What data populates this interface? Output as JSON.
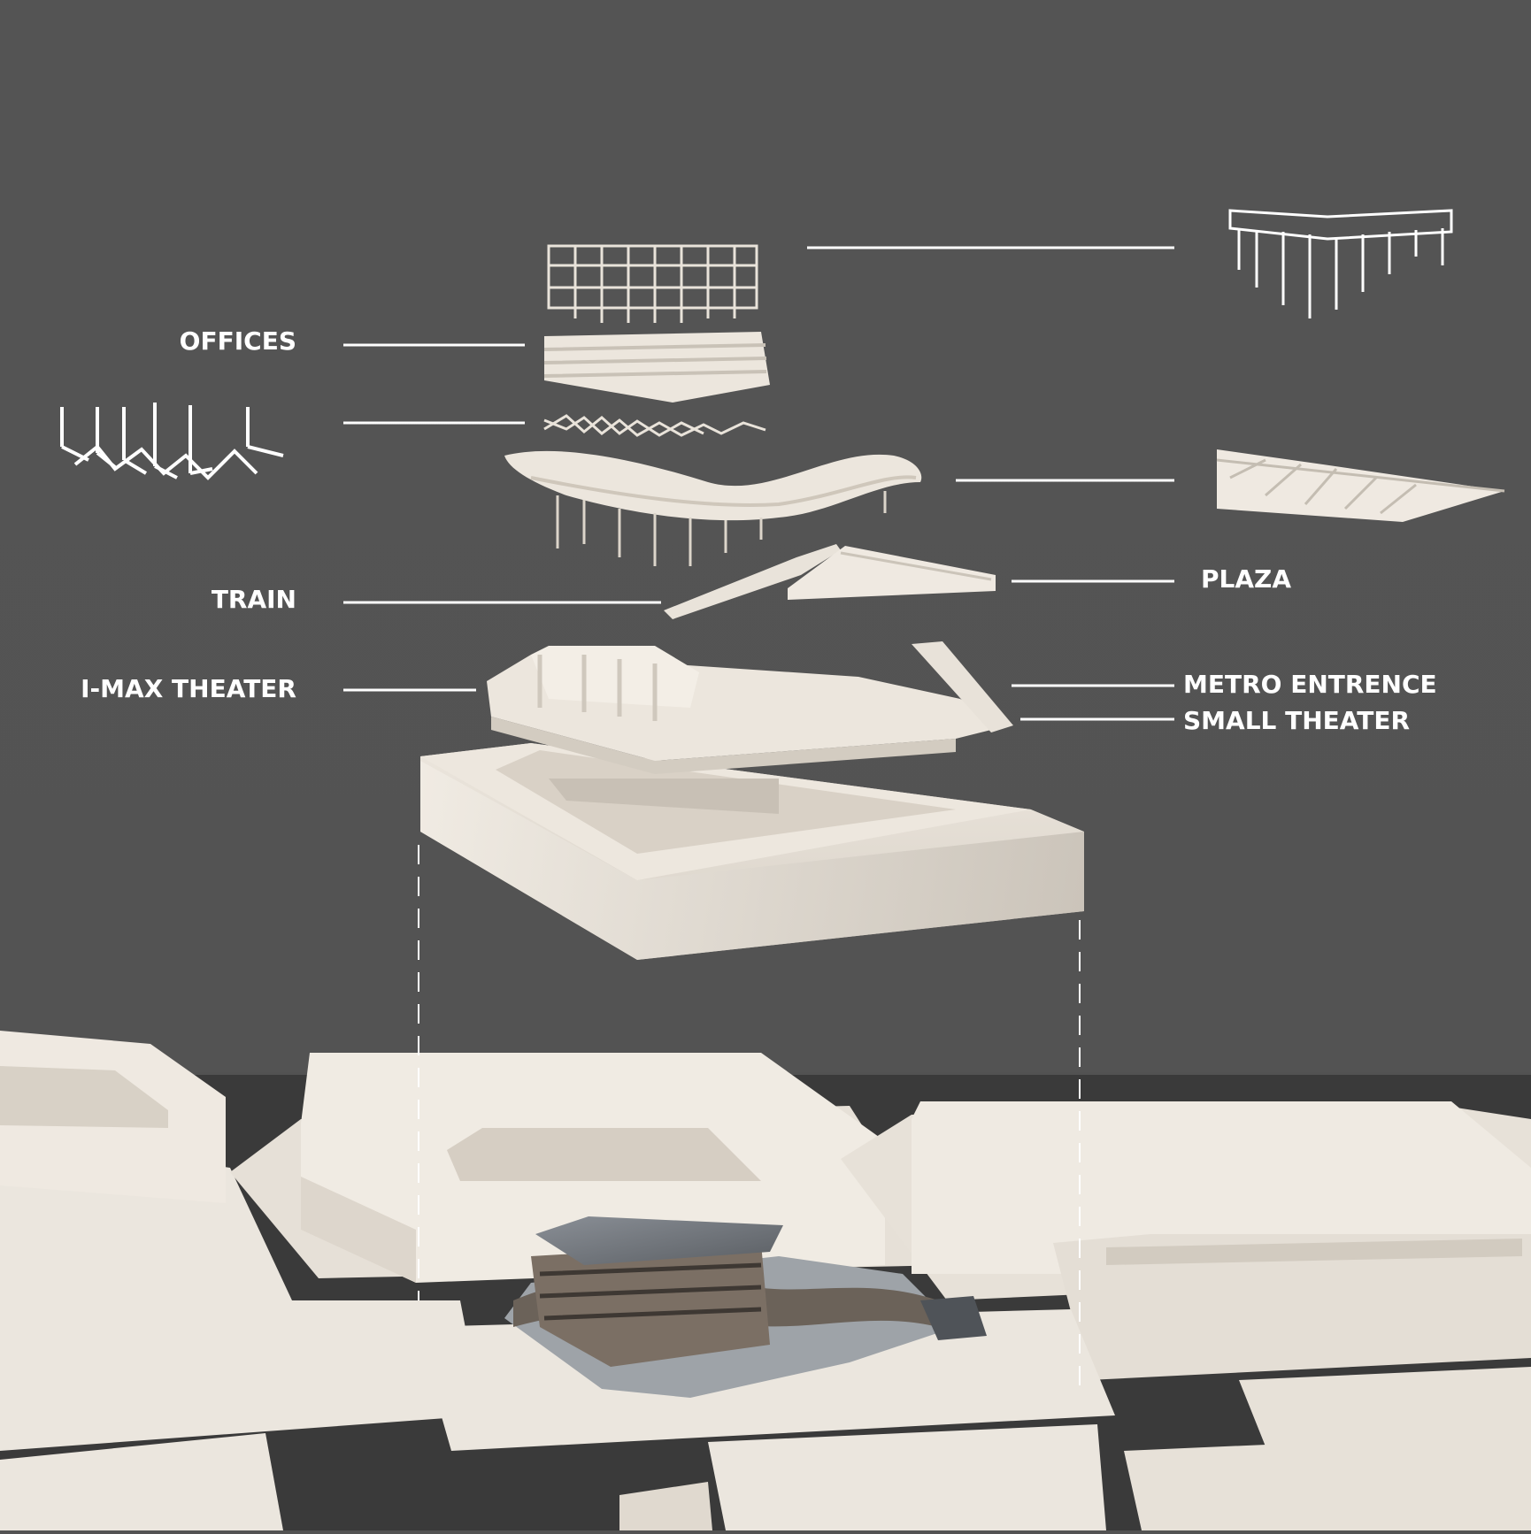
{
  "labels": {
    "offices": "OFFICES",
    "train": "TRAIN",
    "imax_theater": "I-MAX THEATER",
    "plaza": "PLAZA",
    "metro_entrence": "METRO ENTRENCE",
    "small_theater": "SMALL THEATER"
  },
  "colors": {
    "background": "#535353",
    "model_white": "#efe9e1",
    "model_shadow": "#cfc8bf",
    "street": "#3b3b3b",
    "leader_line": "#ffffff"
  }
}
